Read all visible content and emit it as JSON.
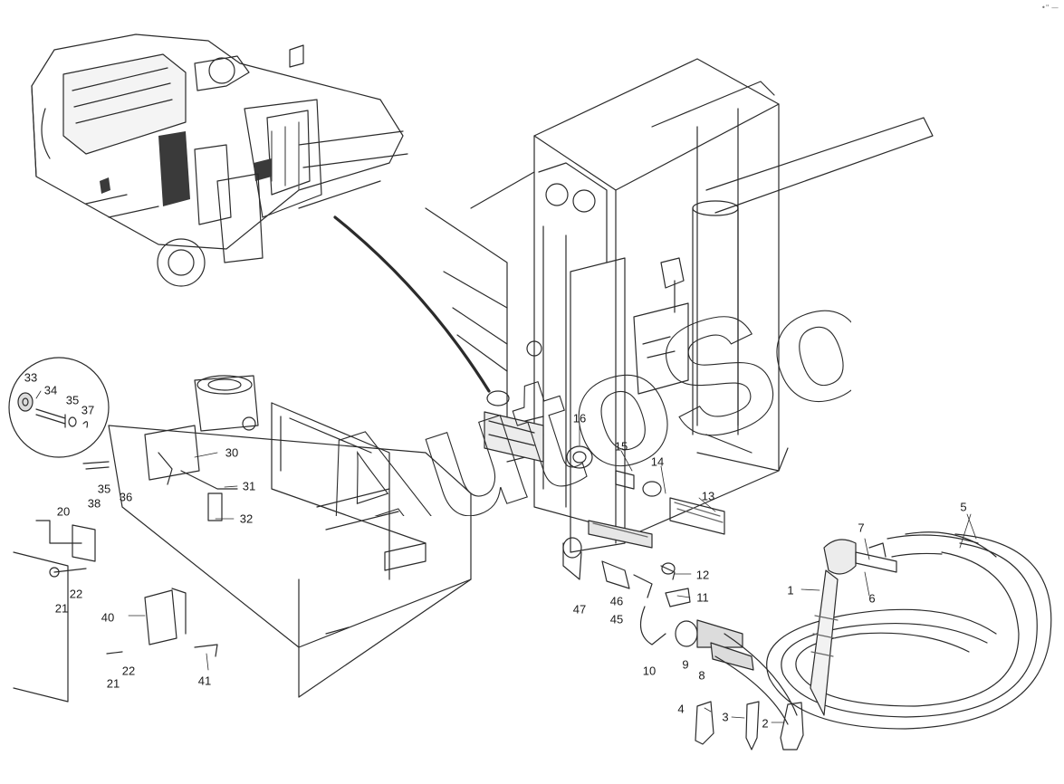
{
  "watermark": {
    "text": "AutoSoft",
    "color": "#d9d9d9"
  },
  "corner_mark": "•\" —",
  "colors": {
    "line": "#2b2b2b",
    "shade": "#9a9a9a",
    "dark": "#3a3a3a"
  },
  "callouts": [
    {
      "id": "c33",
      "label": "33"
    },
    {
      "id": "c34",
      "label": "34"
    },
    {
      "id": "c35a",
      "label": "35"
    },
    {
      "id": "c37",
      "label": "37"
    },
    {
      "id": "c30",
      "label": "30"
    },
    {
      "id": "c35b",
      "label": "35"
    },
    {
      "id": "c36",
      "label": "36"
    },
    {
      "id": "c31",
      "label": "31"
    },
    {
      "id": "c38",
      "label": "38"
    },
    {
      "id": "c20",
      "label": "20"
    },
    {
      "id": "c32",
      "label": "32"
    },
    {
      "id": "c22a",
      "label": "22"
    },
    {
      "id": "c21a",
      "label": "21"
    },
    {
      "id": "c40",
      "label": "40"
    },
    {
      "id": "c22b",
      "label": "22"
    },
    {
      "id": "c21b",
      "label": "21"
    },
    {
      "id": "c41",
      "label": "41"
    },
    {
      "id": "c16",
      "label": "16"
    },
    {
      "id": "c15",
      "label": "15"
    },
    {
      "id": "c14",
      "label": "14"
    },
    {
      "id": "c13",
      "label": "13"
    },
    {
      "id": "c12",
      "label": "12"
    },
    {
      "id": "c11",
      "label": "11"
    },
    {
      "id": "c47",
      "label": "47"
    },
    {
      "id": "c46",
      "label": "46"
    },
    {
      "id": "c45",
      "label": "45"
    },
    {
      "id": "c10",
      "label": "10"
    },
    {
      "id": "c9",
      "label": "9"
    },
    {
      "id": "c8",
      "label": "8"
    },
    {
      "id": "c7",
      "label": "7"
    },
    {
      "id": "c6",
      "label": "6"
    },
    {
      "id": "c1",
      "label": "1"
    },
    {
      "id": "c5",
      "label": "5"
    },
    {
      "id": "c4",
      "label": "4"
    },
    {
      "id": "c3",
      "label": "3"
    },
    {
      "id": "c2",
      "label": "2"
    }
  ]
}
